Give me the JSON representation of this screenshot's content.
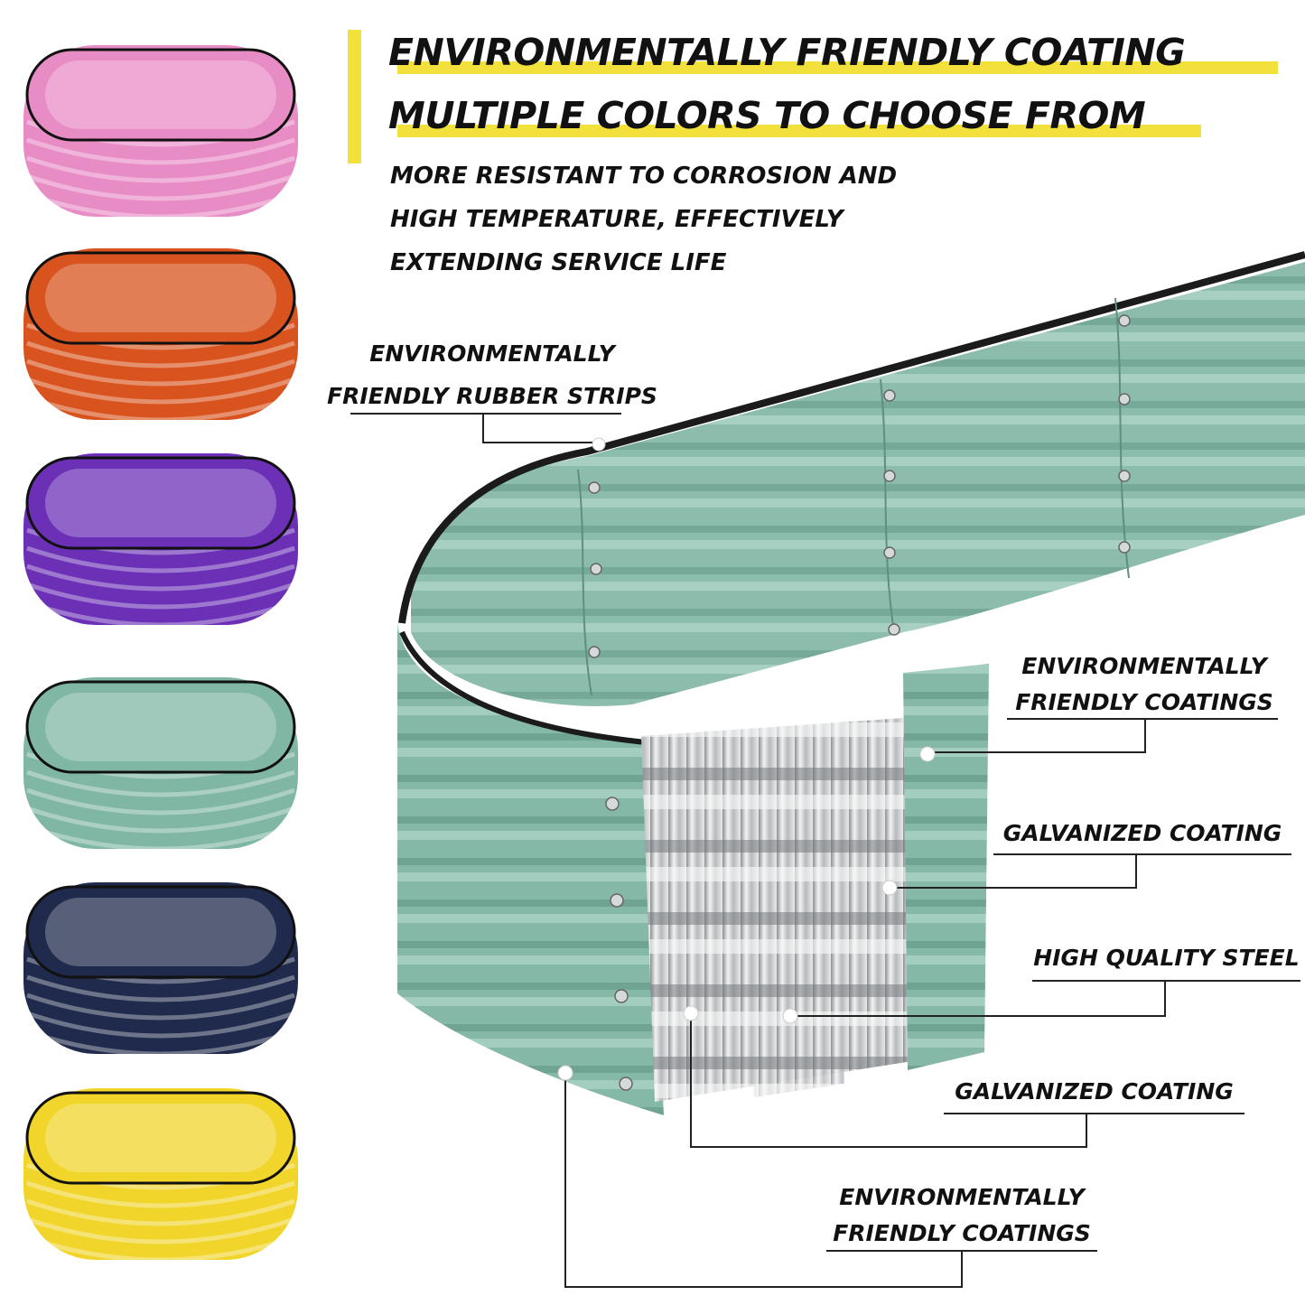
{
  "header": {
    "title_line1": "ENVIRONMENTALLY FRIENDLY COATING",
    "title_line2": "MULTIPLE COLORS TO CHOOSE FROM",
    "description": [
      "MORE RESISTANT TO CORROSION AND",
      "HIGH TEMPERATURE, EFFECTIVELY",
      "EXTENDING SERVICE LIFE"
    ],
    "accent_color": "#f2e13a"
  },
  "color_options": [
    {
      "name": "pink",
      "color": "#e88cc6"
    },
    {
      "name": "orange",
      "color": "#d8531e"
    },
    {
      "name": "purple",
      "color": "#6b30b6"
    },
    {
      "name": "sage",
      "color": "#80b6a4"
    },
    {
      "name": "navy",
      "color": "#1f2a4c"
    },
    {
      "name": "yellow",
      "color": "#f1d52b"
    }
  ],
  "callouts": {
    "rubber": [
      "ENVIRONMENTALLY",
      "FRIENDLY RUBBER STRIPS"
    ],
    "coatings_top": [
      "ENVIRONMENTALLY",
      "FRIENDLY COATINGS"
    ],
    "galvanized_top": "GALVANIZED COATING",
    "steel": "HIGH QUALITY STEEL",
    "galvanized_bottom": "GALVANIZED COATING",
    "coatings_bottom": [
      "ENVIRONMENTALLY",
      "FRIENDLY COATINGS"
    ]
  }
}
